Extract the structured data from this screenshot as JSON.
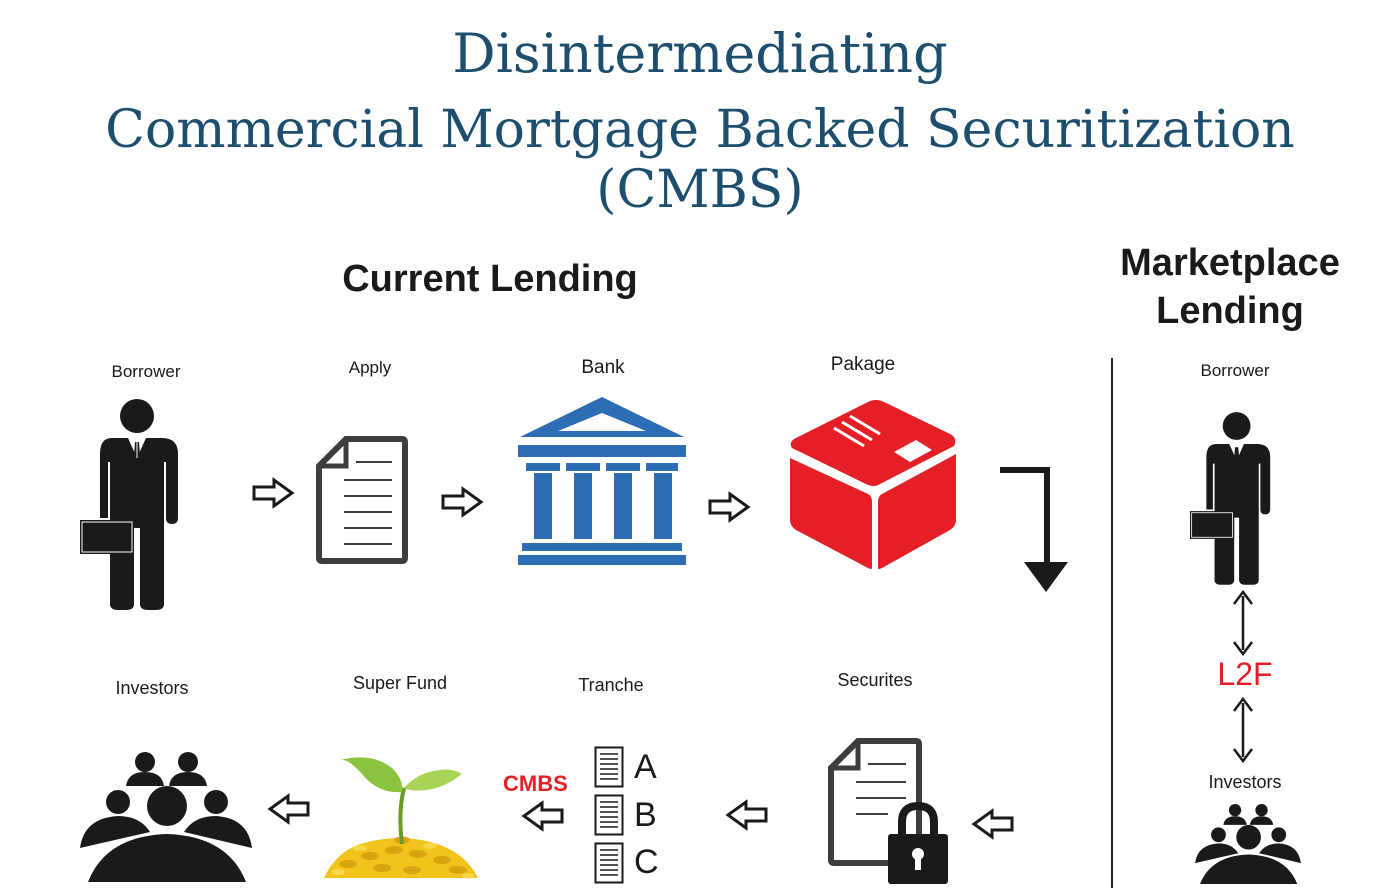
{
  "header": {
    "title_line1": "Disintermediating",
    "title_line2": "Commercial Mortgage Backed Securitization (CMBS)"
  },
  "current": {
    "heading": "Current Lending",
    "steps": {
      "borrower": "Borrower",
      "apply": "Apply",
      "bank": "Bank",
      "package": "Pakage",
      "securities": "Securites",
      "tranche": "Tranche",
      "super_fund": "Super Fund",
      "investors": "Investors"
    },
    "tranche_tag": "CMBS",
    "tranche_letters": [
      "A",
      "B",
      "C"
    ]
  },
  "marketplace": {
    "heading_line1": "Marketplace",
    "heading_line2": "Lending",
    "borrower": "Borrower",
    "platform": "L2F",
    "investors": "Investors"
  },
  "colors": {
    "title": "#1d4e6e",
    "bank": "#2c6db5",
    "package": "#e41f26",
    "accent_red": "#e41f26",
    "icon_dark": "#1a1a1a",
    "coin_gold": "#f2c31b",
    "leaf_green": "#8cc43f"
  }
}
